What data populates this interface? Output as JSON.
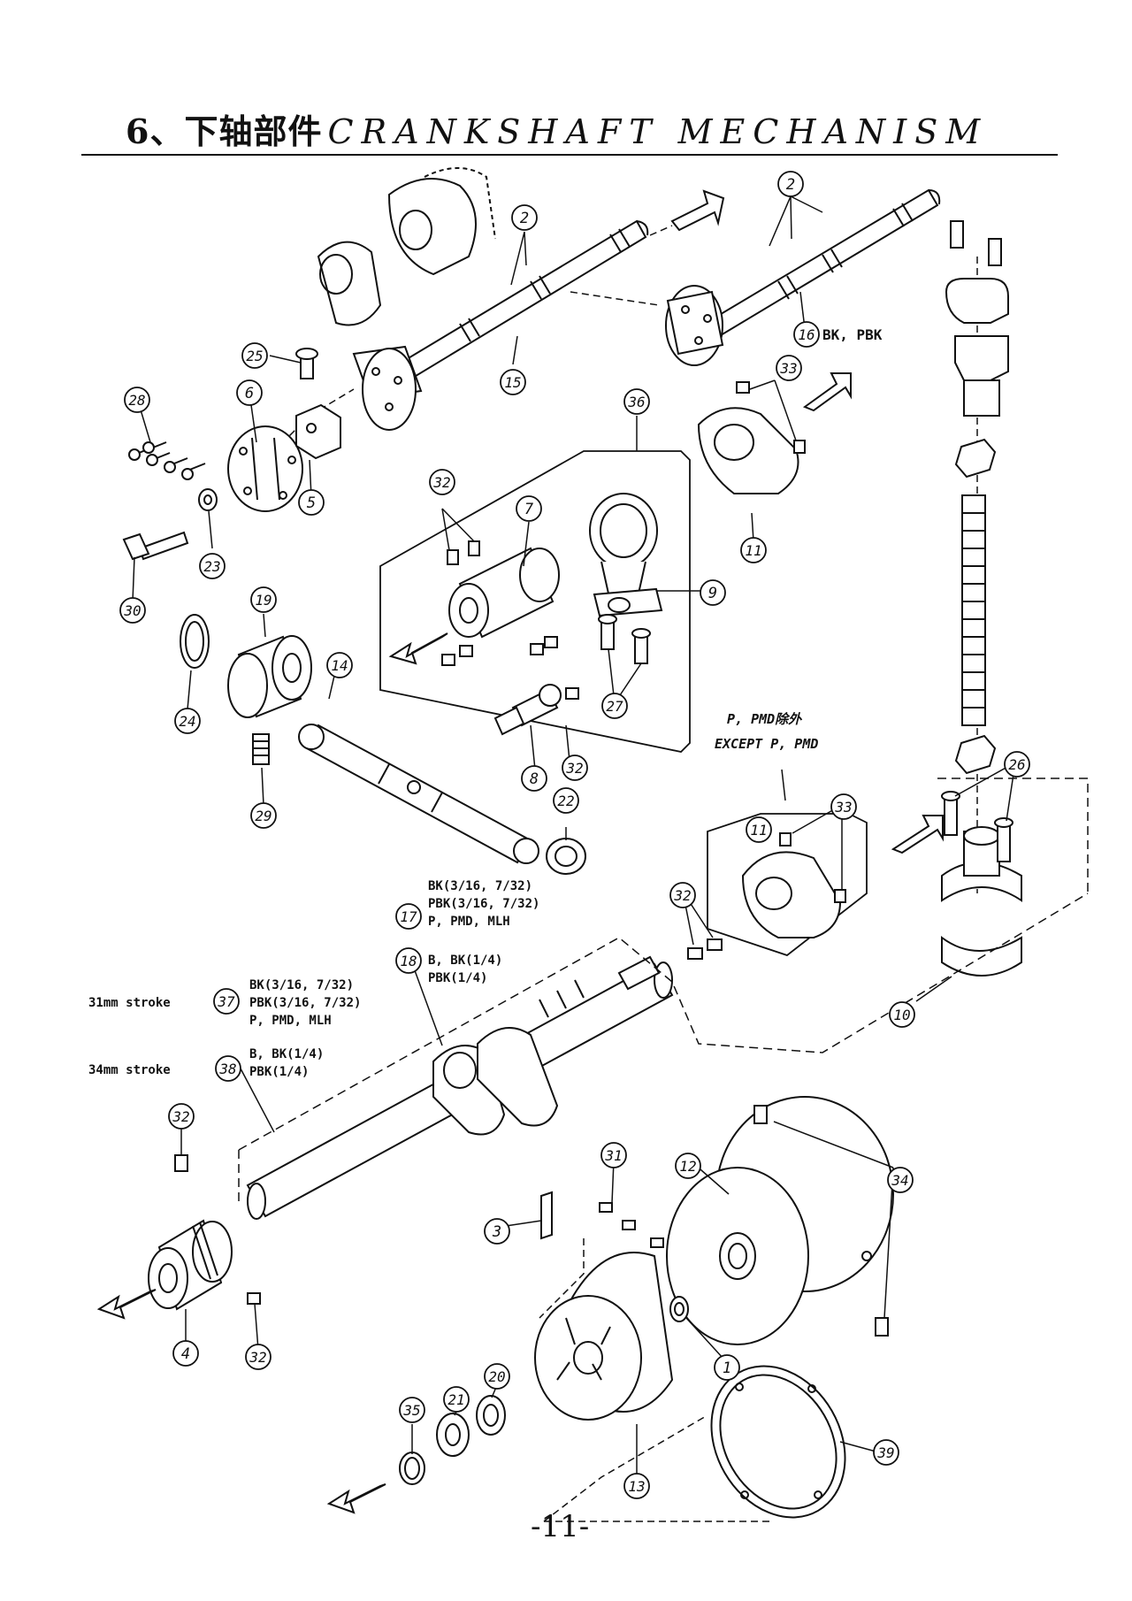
{
  "header": {
    "section_cn": "6、下轴部件",
    "section_en": "CRANKSHAFT MECHANISM"
  },
  "footer": {
    "page_number": "-11-"
  },
  "callouts": {
    "c1": "1",
    "c2a": "2",
    "c2b": "2",
    "c3": "3",
    "c4": "4",
    "c5": "5",
    "c6": "6",
    "c7": "7",
    "c8": "8",
    "c9": "9",
    "c10": "10",
    "c11a": "11",
    "c11b": "11",
    "c12": "12",
    "c13": "13",
    "c14": "14",
    "c15": "15",
    "c16": "16",
    "c17": "17",
    "c18": "18",
    "c19": "19",
    "c20": "20",
    "c21": "21",
    "c22": "22",
    "c23": "23",
    "c24": "24",
    "c25": "25",
    "c26": "26",
    "c27": "27",
    "c28": "28",
    "c29": "29",
    "c30": "30",
    "c31": "31",
    "c32a": "32",
    "c32b": "32",
    "c32c": "32",
    "c32d": "32",
    "c32e": "32",
    "c33a": "33",
    "c33b": "33",
    "c34": "34",
    "c35": "35",
    "c36": "36",
    "c37": "37",
    "c38": "38",
    "c39": "39"
  },
  "notes": {
    "n16": "BK, PBK",
    "n11_cn": "P, PMD除外",
    "n11_en": "EXCEPT P, PMD",
    "n17_l1": "BK(3/16, 7/32)",
    "n17_l2": "PBK(3/16, 7/32)",
    "n17_l3": "P, PMD, MLH",
    "n18_l1": "B, BK(1/4)",
    "n18_l2": "PBK(1/4)",
    "stroke31": "31mm stroke",
    "n37_l1": "BK(3/16, 7/32)",
    "n37_l2": "PBK(3/16, 7/32)",
    "n37_l3": "P, PMD, MLH",
    "stroke34": "34mm stroke",
    "n38_l1": "B, BK(1/4)",
    "n38_l2": "PBK(1/4)"
  }
}
